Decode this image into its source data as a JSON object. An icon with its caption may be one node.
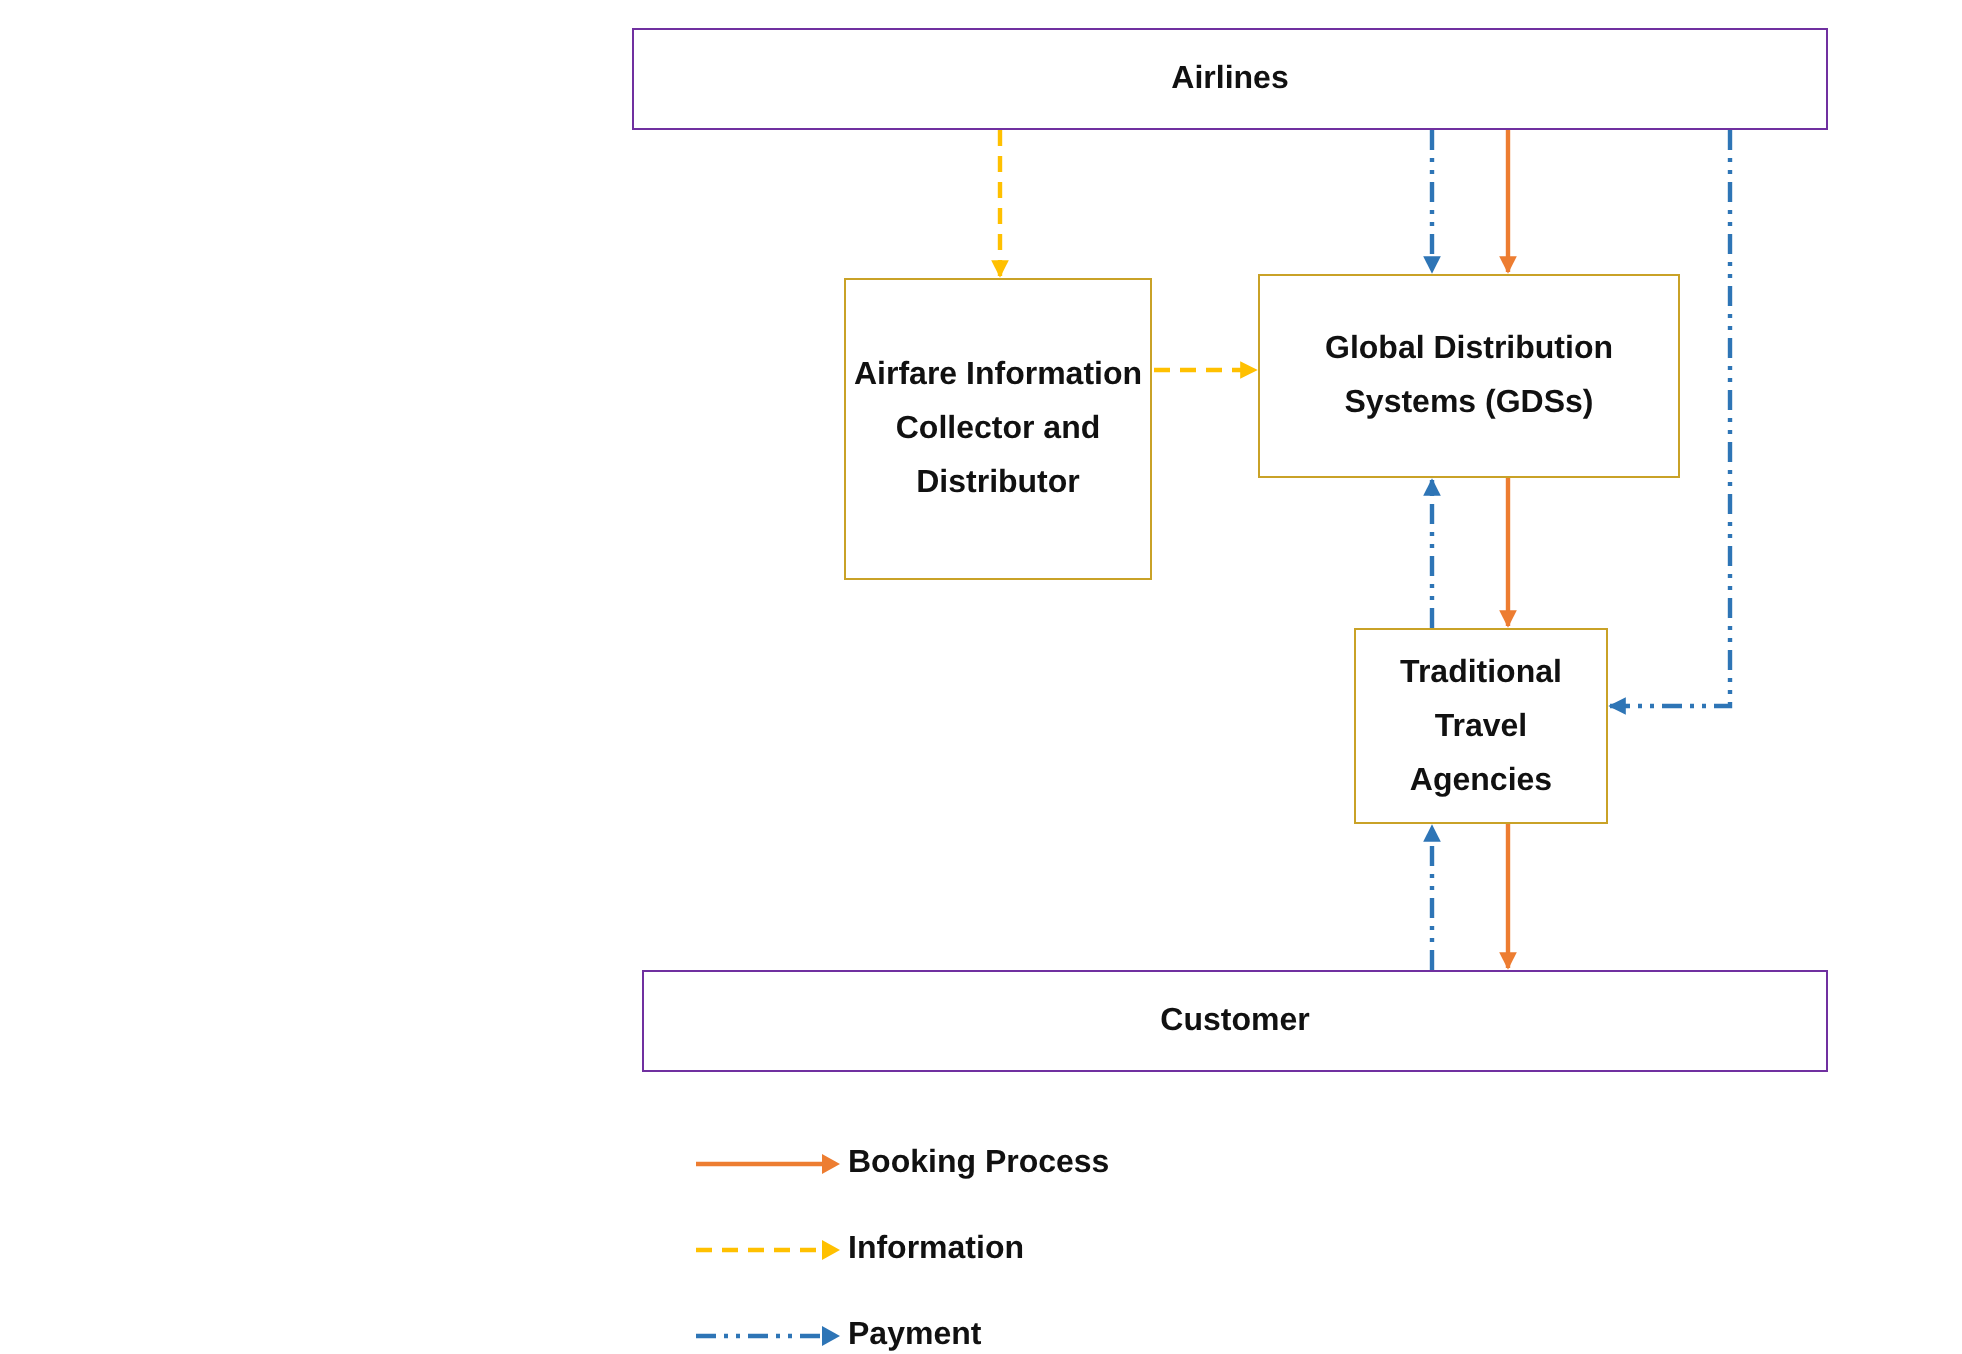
{
  "diagram": {
    "nodes": [
      {
        "text": [
          "Airlines"
        ]
      },
      {
        "text": [
          "Airfare Information Collector and Distributor"
        ]
      },
      {
        "text": [
          "Global Distribution Systems (GDSs)"
        ]
      },
      {
        "text": [
          "Traditional Travel Agencies"
        ]
      },
      {
        "text": [
          "Customer"
        ]
      }
    ],
    "edges": [
      {
        "from": 0,
        "to": 1,
        "arrow": "to",
        "style": "dashed",
        "color": "#ffc000"
      },
      {
        "from": 1,
        "to": 2,
        "arrow": "to",
        "style": "dashed",
        "color": "#ffc000"
      },
      {
        "from": 0,
        "to": 2,
        "arrow": "to",
        "style": "dashed",
        "color": "#2e75b6"
      },
      {
        "from": 0,
        "to": 2,
        "arrow": "to",
        "color": "#ed7d31"
      },
      {
        "from": 2,
        "to": 3,
        "arrow": "to",
        "color": "#ed7d31"
      },
      {
        "from": 3,
        "to": 2,
        "arrow": "to",
        "style": "dashed",
        "color": "#2e75b6"
      },
      {
        "from": 0,
        "to": 3,
        "arrow": "to",
        "style": "dashed",
        "color": "#2e75b6"
      },
      {
        "from": 4,
        "to": 3,
        "arrow": "to",
        "style": "dashed",
        "color": "#2e75b6"
      },
      {
        "from": 3,
        "to": 4,
        "arrow": "to",
        "color": "#ed7d31"
      }
    ],
    "legend": [
      {
        "text": "Booking Process"
      },
      {
        "text": "Information"
      },
      {
        "text": "Payment"
      }
    ]
  }
}
